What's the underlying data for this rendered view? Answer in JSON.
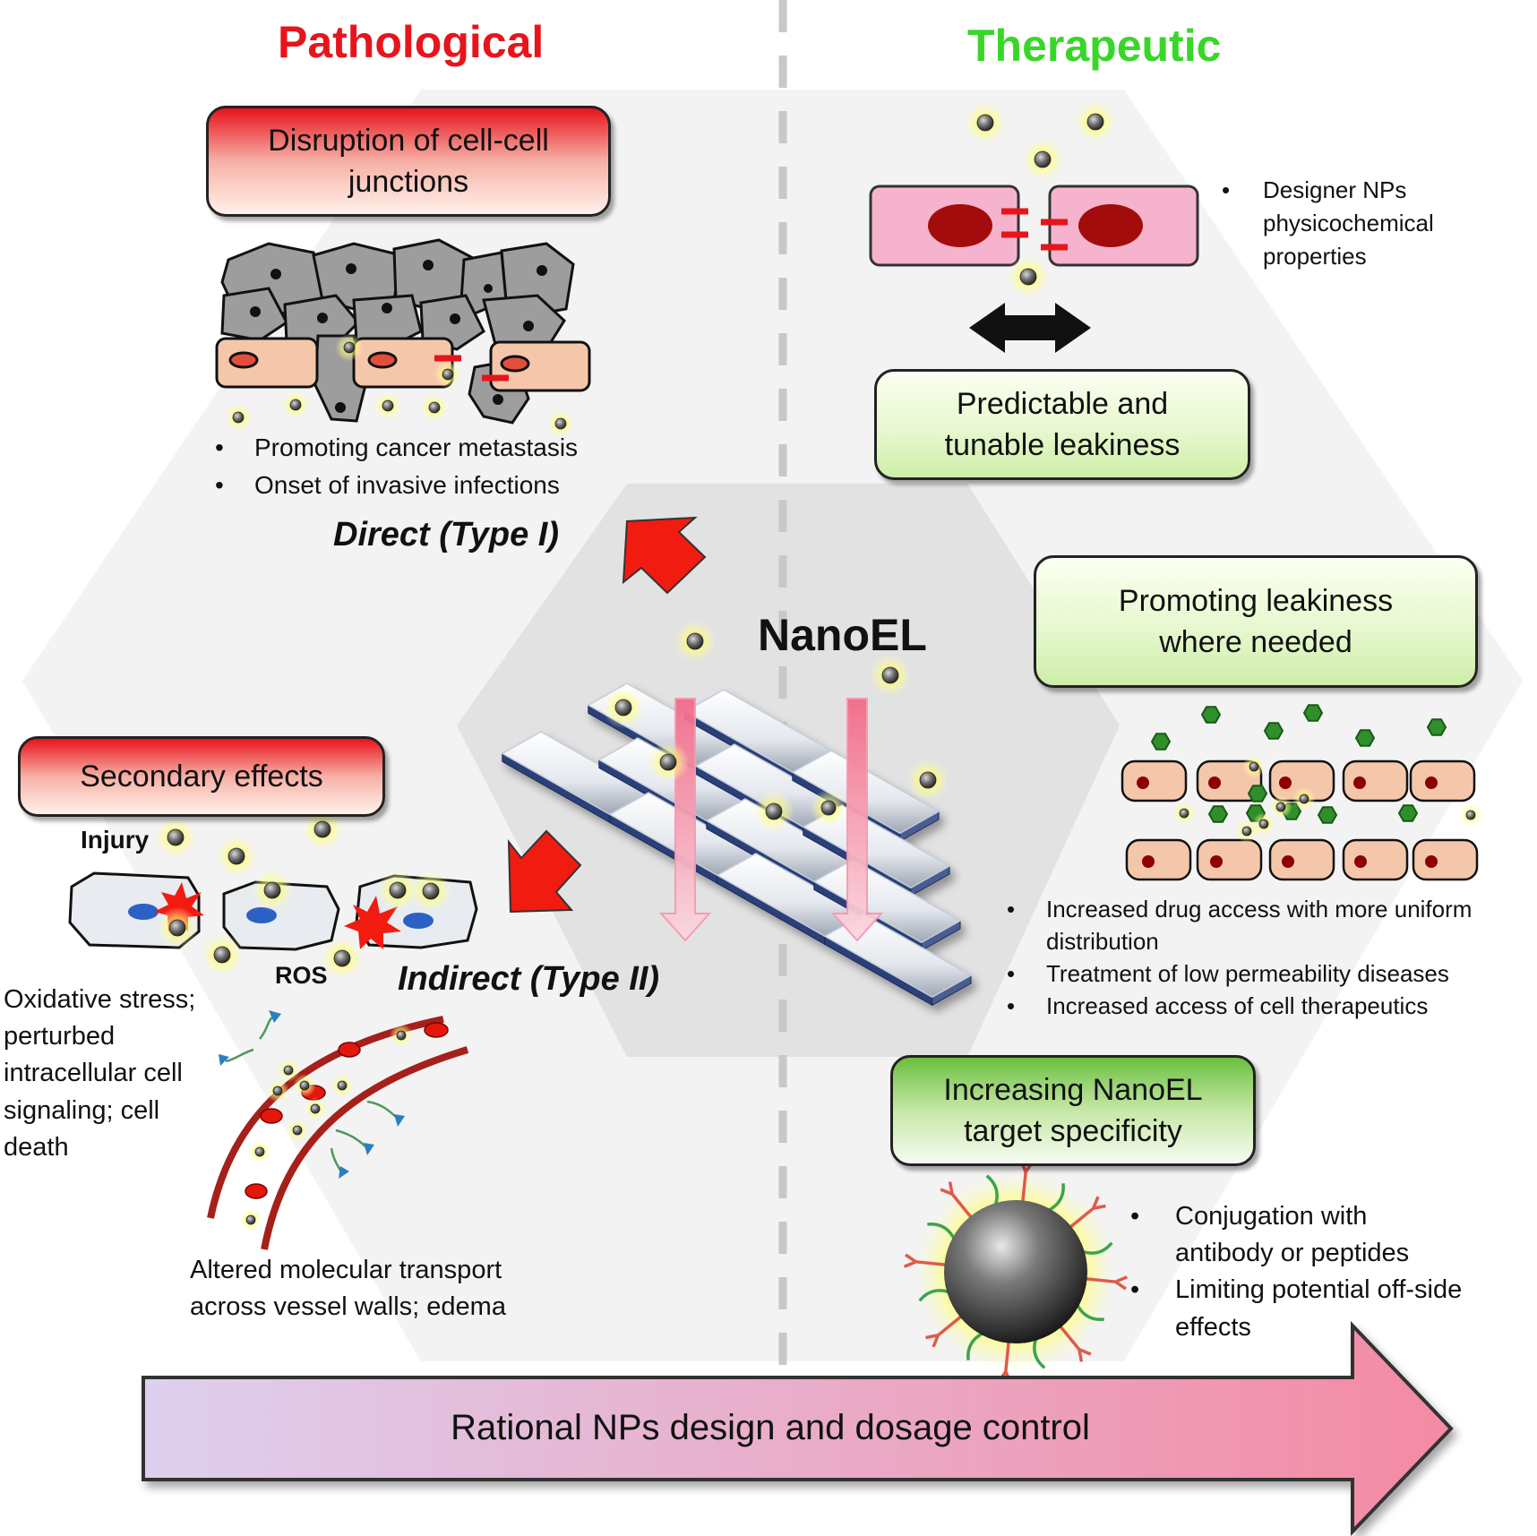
{
  "pathological": {
    "title": "Pathological",
    "color": "#e8141c"
  },
  "therapeutic": {
    "title": "Therapeutic",
    "color": "#39d629"
  },
  "center": {
    "label": "NanoEL"
  },
  "direct": {
    "box": [
      "Disruption of cell-cell",
      "junctions"
    ],
    "bullets": [
      "Promoting cancer metastasis",
      "Onset of invasive infections"
    ],
    "type_label": "Direct (Type I)"
  },
  "indirect": {
    "box": "Secondary effects",
    "injury": "Injury",
    "ros": "ROS",
    "type_label": "Indirect (Type II)",
    "effects": [
      "Oxidative stress;",
      "perturbed",
      "intracellular cell",
      "signaling; cell",
      "death"
    ],
    "transport": [
      "Altered molecular transport",
      "across vessel walls; edema"
    ]
  },
  "therapy1": {
    "note": [
      "Designer NPs",
      "physicochemical",
      "properties"
    ],
    "box": [
      "Predictable and",
      "tunable leakiness"
    ]
  },
  "therapy2": {
    "box": [
      "Promoting leakiness",
      "where needed"
    ],
    "bullets": [
      "Increased drug access with more uniform distribution",
      "Treatment of low permeability diseases",
      "Increased access of cell therapeutics"
    ]
  },
  "therapy3": {
    "box": [
      "Increasing NanoEL",
      "target specificity"
    ],
    "bullets": [
      "Conjugation with antibody or peptides",
      "Limiting potential off-side effects"
    ]
  },
  "bottom_arrow": {
    "label": "Rational NPs design and dosage control"
  },
  "bullet_glyph": "•"
}
